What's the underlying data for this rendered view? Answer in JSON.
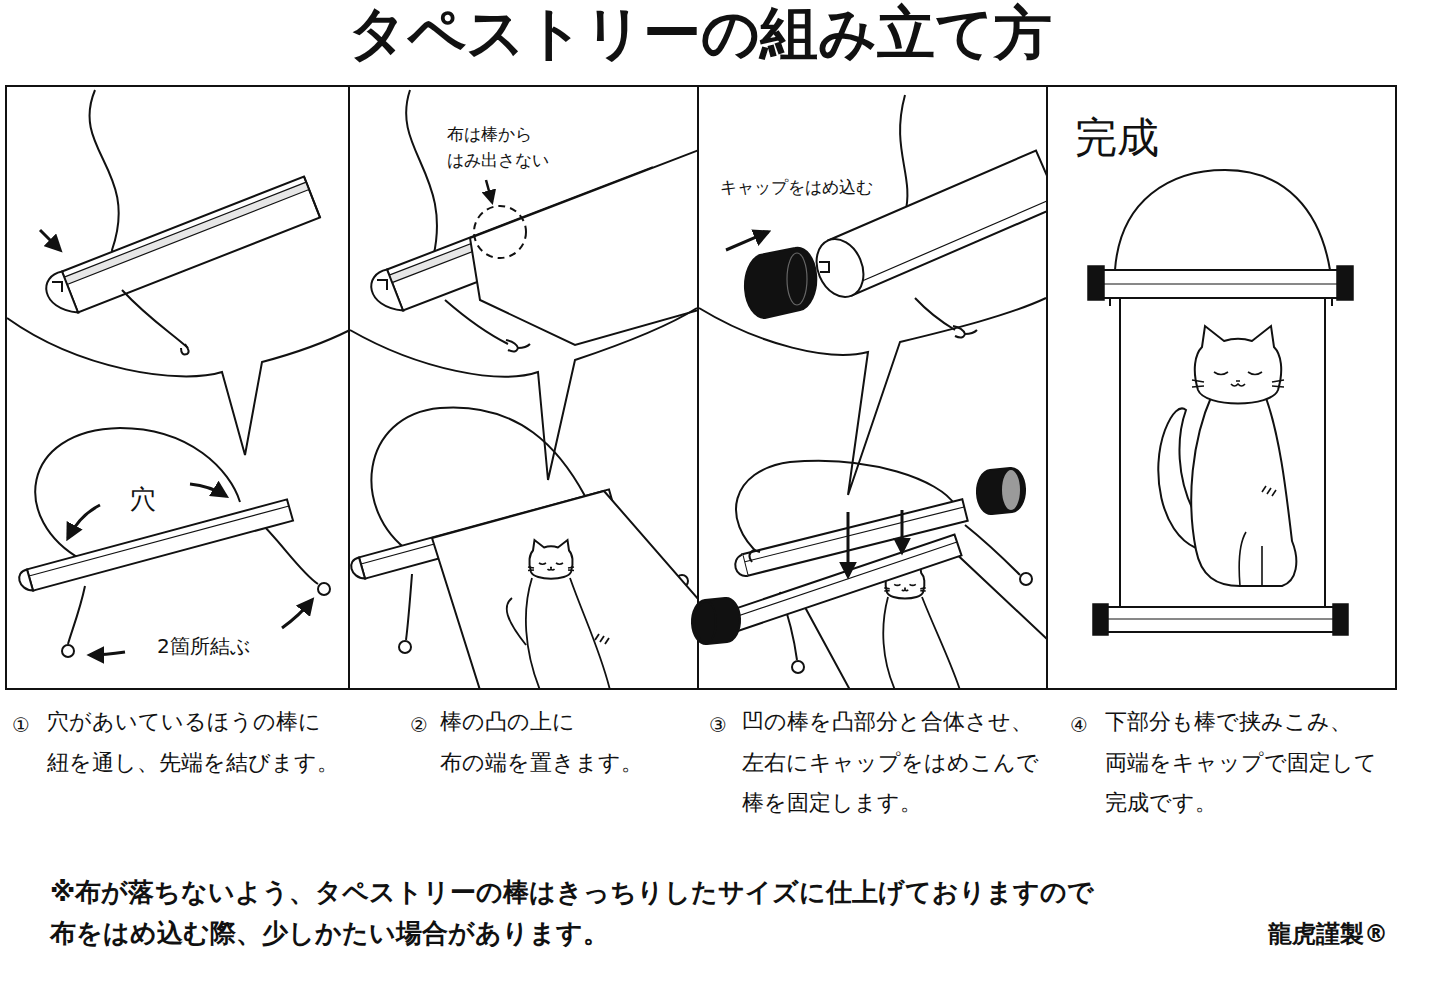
{
  "diagram": {
    "title": "タペストリーの組み立て方",
    "nodes": [
      {
        "text": [
          "穴",
          "2箇所結ぶ",
          "①",
          "穴があいているほうの棒に 紐を通し、先端を結びます。"
        ]
      },
      {
        "text": [
          "布は棒から はみ出さない",
          "②",
          "棒の凸の上に 布の端を置きます。"
        ]
      },
      {
        "text": [
          "キャップをはめ込む",
          "③",
          "凹の棒を凸部分と合体させ、 左右にキャップをはめこんで 棒を固定します。"
        ]
      },
      {
        "text": [
          "完成",
          "④",
          "下部分も棒で挟みこみ、 両端をキャップで固定して 完成です。"
        ]
      }
    ],
    "labels": [
      "※布が落ちないよう、タペストリーの棒はきっちりしたサイズに仕上げておりますので 布をはめ込む際、少しかたい場合があります。",
      "龍虎謹製®"
    ]
  }
}
